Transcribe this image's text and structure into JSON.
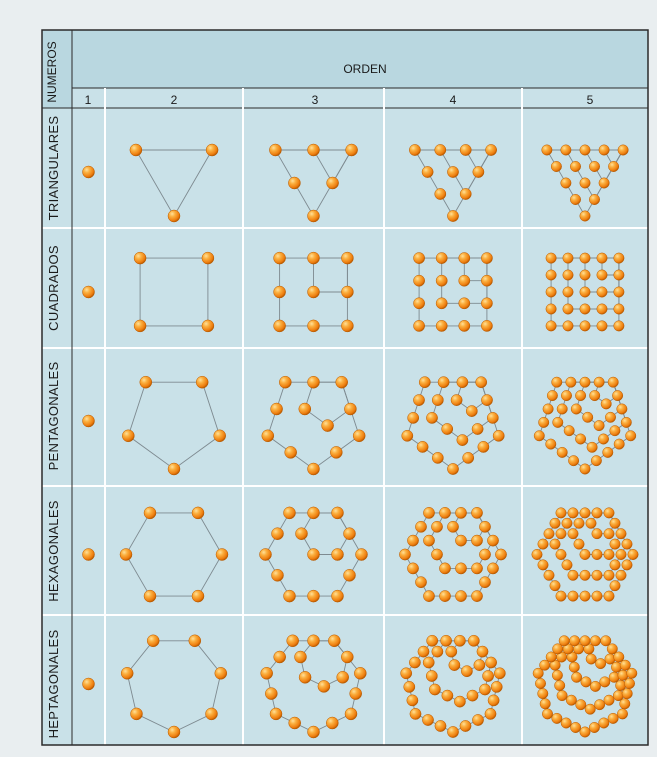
{
  "header": {
    "corner_label": "NUMEROS",
    "orden_label": "ORDEN",
    "columns": [
      "1",
      "2",
      "3",
      "4",
      "5"
    ]
  },
  "rows": [
    {
      "label": "TRIANGULARES",
      "sides": 3
    },
    {
      "label": "CUADRADOS",
      "sides": 4
    },
    {
      "label": "PENTAGONALES",
      "sides": 5
    },
    {
      "label": "HEXAGONALES",
      "sides": 6
    },
    {
      "label": "HEPTAGONALES",
      "sides": 7
    }
  ],
  "colors": {
    "panel": "#c9e1e8",
    "header_band": "#b9d7e0",
    "grid_line": "#ffffff",
    "border": "#2a2a2a",
    "dot": "#f08a10",
    "dot_highlight": "#ffd680",
    "dot_edge": "#b85a00",
    "polygon_line": "#7e8a90"
  }
}
